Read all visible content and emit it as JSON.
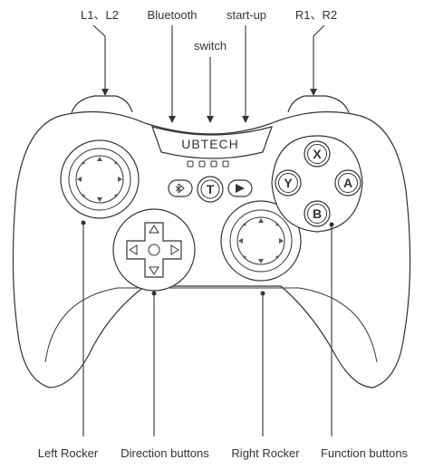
{
  "labels": {
    "l1_l2": "L1、L2",
    "bluetooth": "Bluetooth",
    "start_up": "start-up",
    "r1_r2": "R1、R2",
    "switch": "switch",
    "left_rocker": "Left Rocker",
    "direction_buttons": "Direction buttons",
    "right_rocker": "Right Rocker",
    "function_buttons": "Function buttons"
  },
  "controller": {
    "brand": "UBTECH",
    "center_button_letter": "T",
    "function_buttons": {
      "x": "X",
      "y": "Y",
      "a": "A",
      "b": "B"
    }
  },
  "colors": {
    "line": "#333333",
    "background": "#ffffff"
  }
}
